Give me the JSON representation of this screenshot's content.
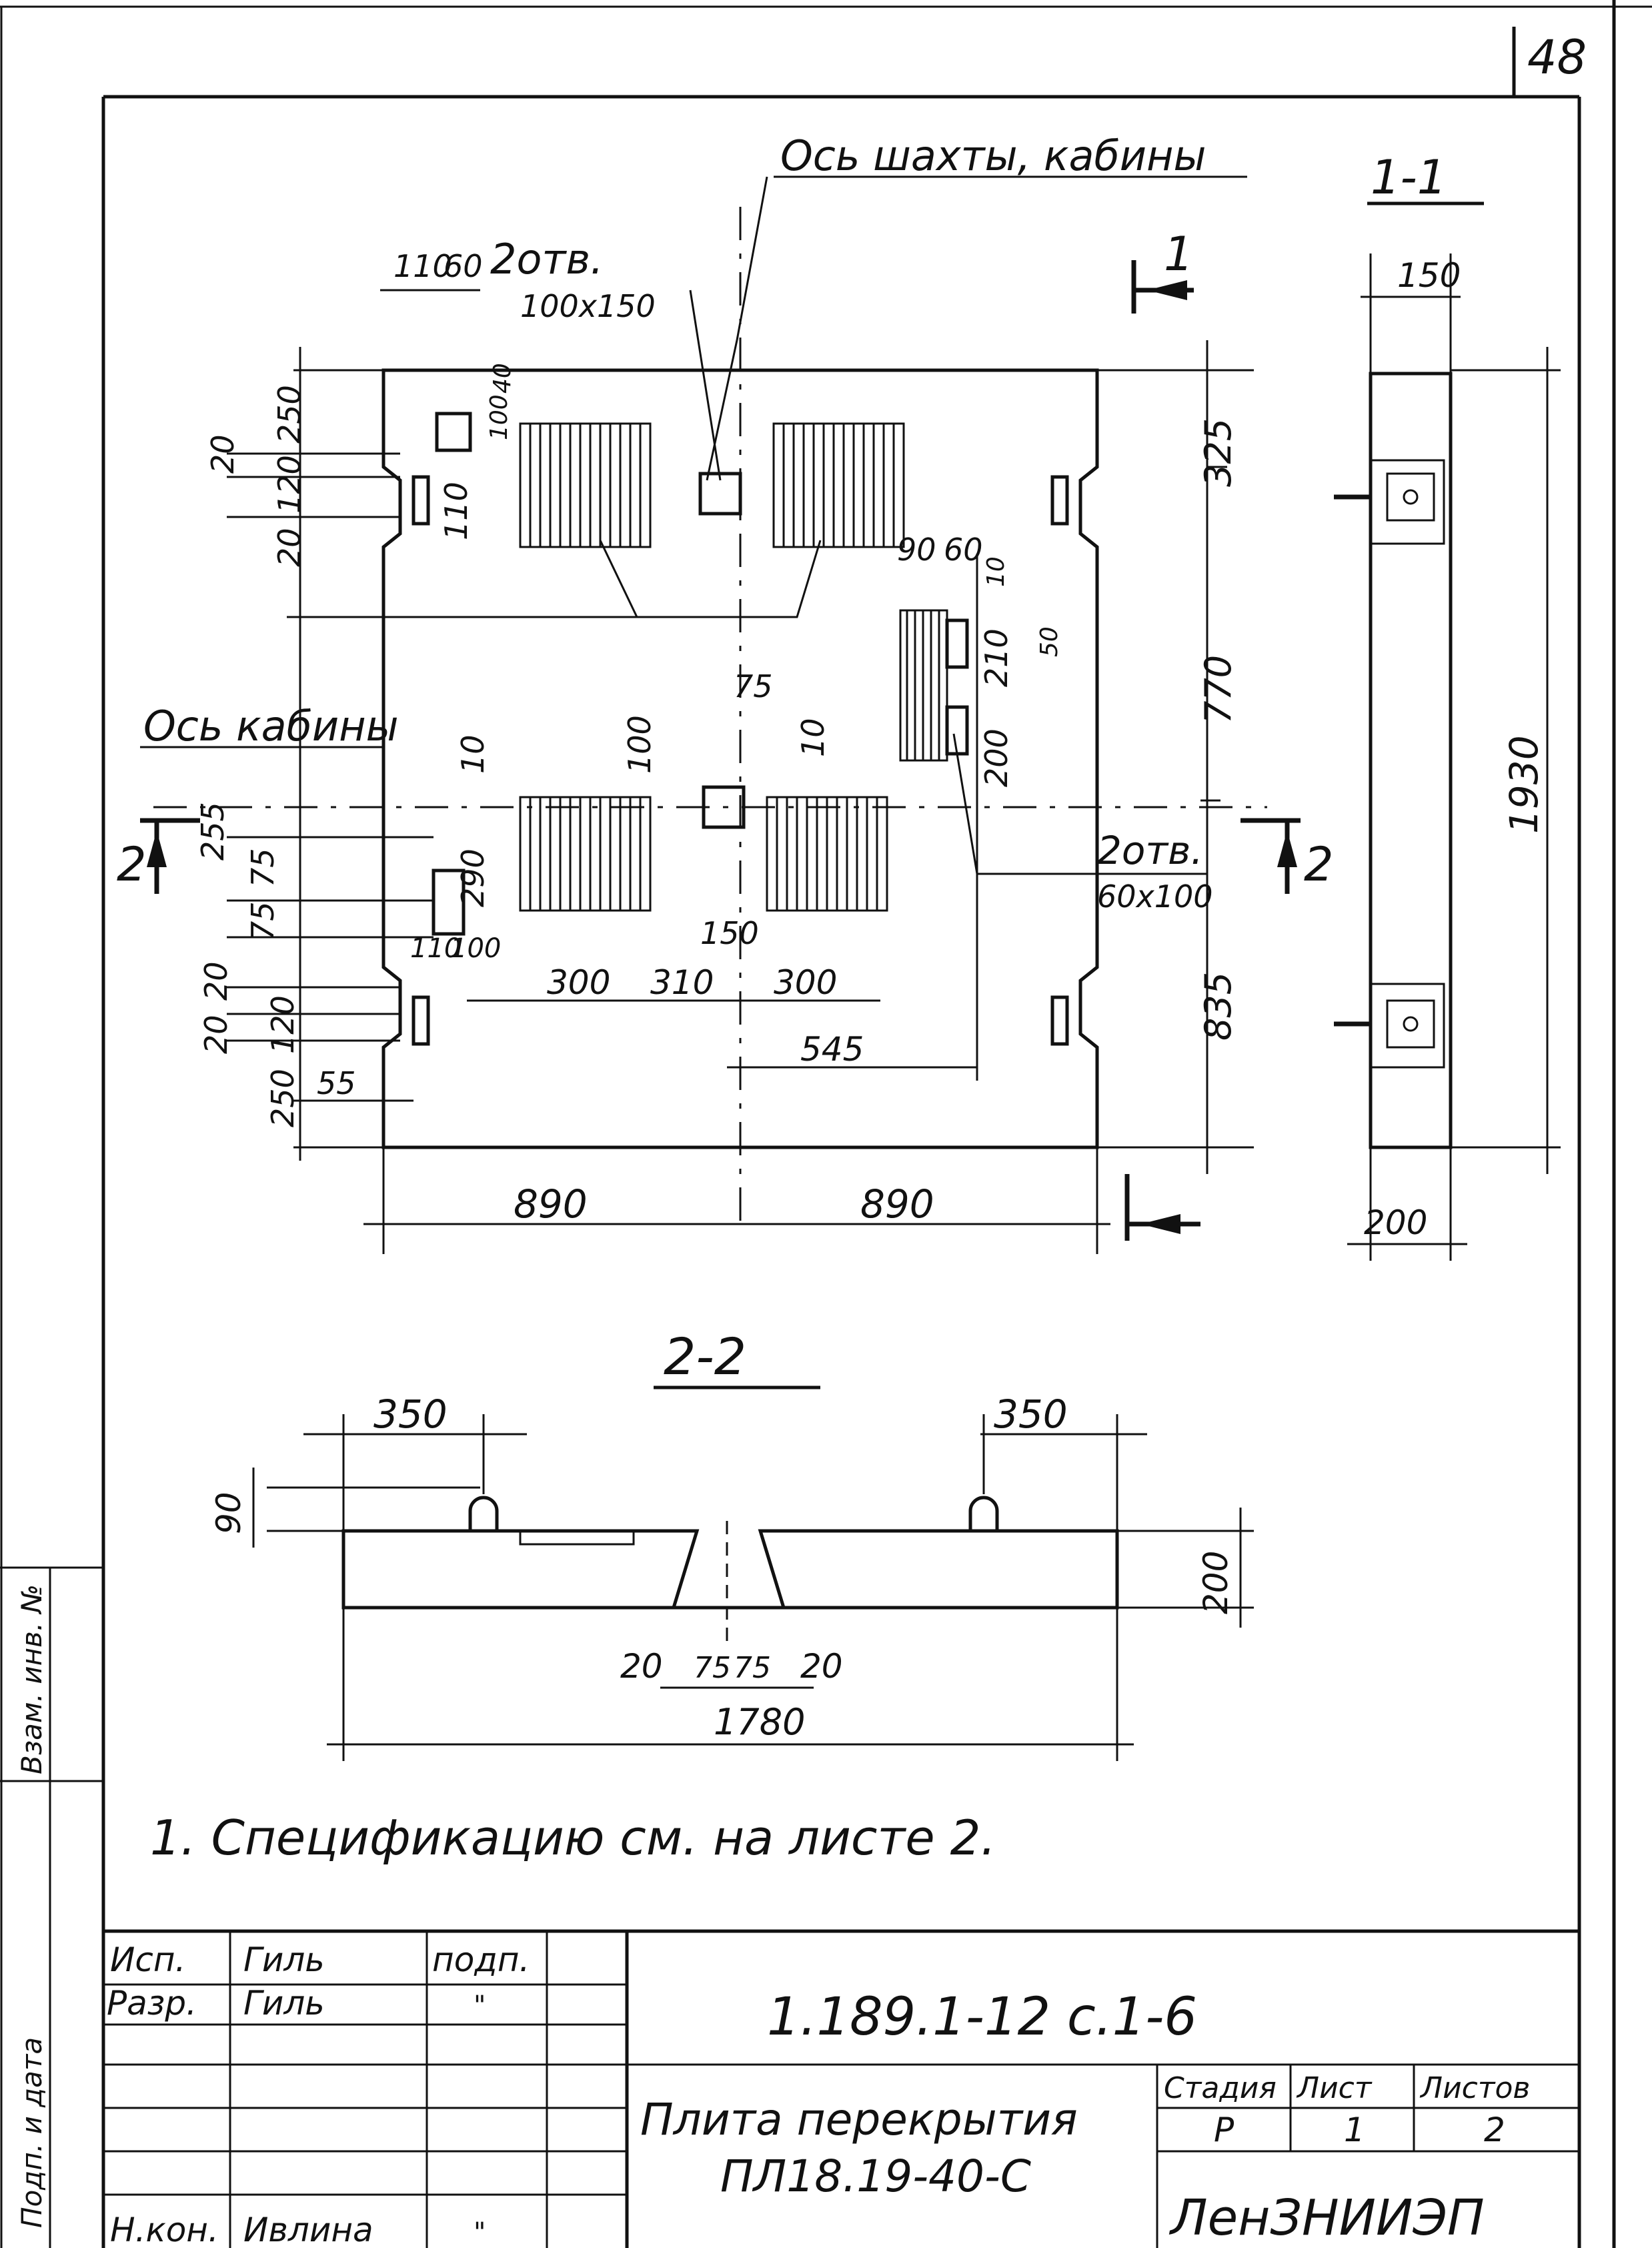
{
  "page_number": "48",
  "axes": {
    "shaft_cabin": "Ось шахты, кабины",
    "cabin": "Ось кабины"
  },
  "section_labels": {
    "s11": "1-1",
    "s22": "2-2",
    "cut1": "1",
    "cut2": "2"
  },
  "plan_dims": {
    "d110": "110",
    "d60": "60",
    "openings_a": "2отв.",
    "openings_a_size": "100x150",
    "d250a": "250",
    "d20a": "20",
    "d120a": "120",
    "d20b": "20",
    "d100": "100",
    "d40": "40",
    "d110b": "110",
    "d325": "325",
    "d90": "90",
    "d60b": "60",
    "d10a": "10",
    "d50": "50",
    "d770": "770",
    "d210": "210",
    "d200": "200",
    "d10b": "10",
    "d75": "75",
    "d100b": "100",
    "d10c": "10",
    "d290": "290",
    "d255": "255",
    "d75a": "75",
    "d75b": "75",
    "openings_b": "2отв.",
    "openings_b_size": "60x100",
    "d150": "150",
    "d110c": "110",
    "d100c": "100",
    "d300a": "300",
    "d310": "310",
    "d300b": "300",
    "d835": "835",
    "d20c": "20",
    "d20d": "20",
    "d120b": "120",
    "d250b": "250",
    "d55": "55",
    "d545": "545",
    "d890a": "890",
    "d890b": "890",
    "d150s": "150",
    "d1930": "1930",
    "d200s": "200"
  },
  "section22_dims": {
    "d350a": "350",
    "d350b": "350",
    "d90": "90",
    "d200": "200",
    "d20a": "20",
    "d75a": "75",
    "d75b": "75",
    "d20b": "20",
    "d1780": "1780"
  },
  "note": "1. Спецификацию см. на листе 2.",
  "side_stamp": "Взам. инв. №",
  "side_stamp2": "Подп. и дата",
  "title_block": {
    "rows": [
      {
        "role": "Исп.",
        "name": "Гиль",
        "sign": "подп."
      },
      {
        "role": "Разр.",
        "name": "Гиль",
        "sign": "\""
      },
      {
        "role": "Н.кон.",
        "name": "Ивлина",
        "sign": "\""
      }
    ],
    "doc_code": "1.189.1-12 с.1-6",
    "title_line1": "Плита перекрытия",
    "title_line2": "ПЛ18.19-40-С",
    "stage_header": "Стадия",
    "sheet_header": "Лист",
    "sheets_header": "Листов",
    "stage": "Р",
    "sheet": "1",
    "sheets": "2",
    "org": "ЛенЗНИИЭП"
  }
}
